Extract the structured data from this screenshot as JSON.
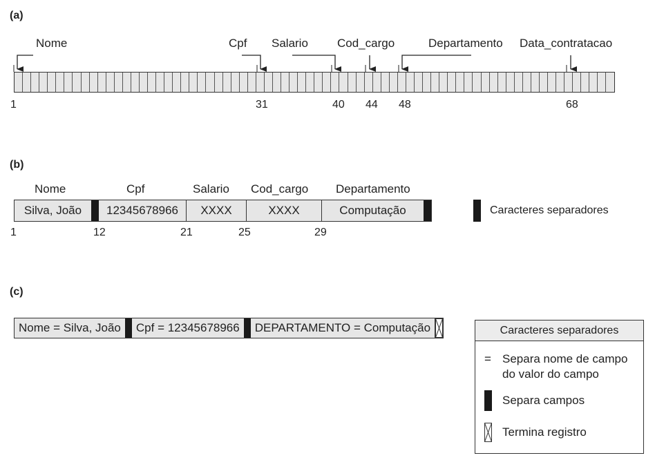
{
  "section_a": {
    "label": "(a)",
    "fields": [
      "Nome",
      "Cpf",
      "Salario",
      "Cod_cargo",
      "Departamento",
      "Data_contratacao"
    ],
    "positions": [
      "1",
      "31",
      "40",
      "44",
      "48",
      "68"
    ]
  },
  "section_b": {
    "label": "(b)",
    "field_names": [
      "Nome",
      "Cpf",
      "Salario",
      "Cod_cargo",
      "Departamento"
    ],
    "values": [
      "Silva, João",
      "12345678966",
      "XXXX",
      "XXXX",
      "Computação"
    ],
    "positions": [
      "1",
      "12",
      "21",
      "25",
      "29"
    ],
    "legend_label": "Caracteres separadores"
  },
  "section_c": {
    "label": "(c)",
    "fields": [
      "Nome = Silva, João",
      "Cpf = 12345678966",
      "DEPARTAMENTO = Computação"
    ],
    "legend": {
      "title": "Caracteres separadores",
      "equals_symbol": "=",
      "equals_desc_line1": "Separa nome de campo",
      "equals_desc_line2": "do valor do campo",
      "separator_desc": "Separa campos",
      "terminator_desc": "Termina registro"
    }
  }
}
